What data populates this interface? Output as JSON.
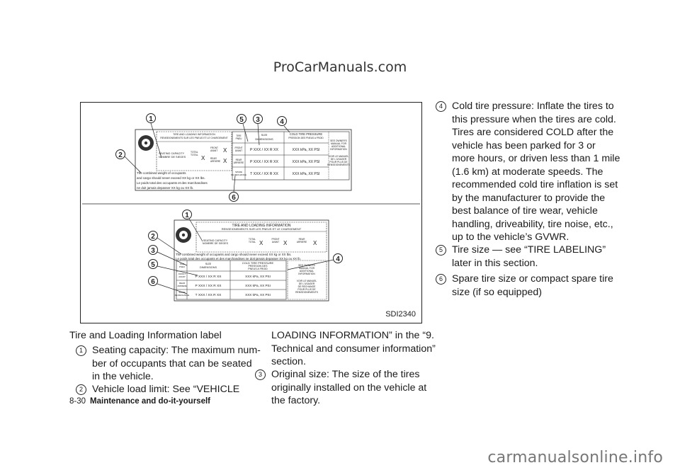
{
  "watermark_top": "ProCarManuals.com",
  "watermark_bottom": "carmanualsonline.info",
  "figure": {
    "code": "SDI2340",
    "label_a": {
      "title": "TIRE AND LOADING INFORMATION",
      "subtitle": "RENSEIGNEMENTS SUR LES PNEUS ET LE CHARGEMENT",
      "seating1": "SEATING CAPACITY",
      "seating2": "NOMBRE DE SIEGES",
      "total1": "TOTAL",
      "total2": "TOTAL",
      "front1": "FRONT",
      "front2": "AVANT",
      "rear1": "REAR",
      "rear2": "ARRIERE",
      "x": "X",
      "weight1": "The combined weight of occupants",
      "weight2": "and cargo should never exceed XX kg or XX lbs.",
      "weight3": "Le poids total des occupants et des marchandises",
      "weight4": "ne doit jamais depasser XX kg ou XX lb.",
      "tire1": "TIRE",
      "tire2": "PNEU",
      "size1": "SIZE",
      "size2": "DIMENSIONS",
      "cold1": "COLD TIRE PRESSURE",
      "cold2": "PRESSION DES PNEUS A FROID",
      "see1": "SEE OWNER'S",
      "see2": "MANUAL FOR",
      "see3": "ADDITIONAL",
      "see4": "INFORMATION",
      "voir1": "VOIR LE MANUEL",
      "voir2": "DE L'USAGER",
      "voir3": "POUR PLUS DE",
      "voir4": "RENSEIGNEMENTS",
      "row_front1": "FRONT",
      "row_front2": "AVANT",
      "row_rear1": "REAR",
      "row_rear2": "ARRIERE",
      "row_spare1": "SPARE",
      "row_spare2": "DE RECHANGE",
      "size_p": "P XXX / XX R XX",
      "size_t": "T XXX / XX R XX",
      "pressure": "XXX kPa, XX PSI"
    },
    "label_b": {
      "title": "TIRE AND LOADING INFORMATION",
      "subtitle": "RENSEIGNEMENTS SUR LES PNEUS ET LE CHARGEMENT",
      "seating1": "SEATING CAPACITY",
      "seating2": "NOMBRE DE SIEGES",
      "total1": "TOTAL",
      "total2": "TOTAL",
      "front1": "FRONT",
      "front2": "AVANT",
      "rear1": "REAR",
      "rear2": "ARRIERE",
      "x": "X",
      "weight1": "The combined weight of occupants and cargo should never exceed XX kg or XX lbs.",
      "weight2": "Le poids total des occupants et des marchandises ne doit jamais depasser XX kg ou XX lb.",
      "tire1": "TIRE",
      "tire2": "PNEU",
      "size1": "SIZE",
      "size2": "DIMENSIONS",
      "cold1": "COLD TIRE PRESSURE",
      "cold2": "PRESSION DES",
      "cold3": "PNEUS A FROID",
      "see1": "SEE OWNER'S",
      "see2": "MANUAL FOR",
      "see3": "ADDITIONAL",
      "see4": "INFORMATION",
      "voir1": "VOIR LE MANUEL",
      "voir2": "DE L'USAGER",
      "voir3": "DE RECHANGE",
      "voir4": "POUR PLUS DE",
      "voir5": "RENSEIGNEMENTS",
      "row_front1": "FRONT",
      "row_front2": "AVANT",
      "row_rear1": "REAR",
      "row_rear2": "ARRIERE",
      "row_spare1": "SPARE",
      "row_spare2": "DE RECHANGE",
      "size_p": "P XXX / XX R XX",
      "size_t": "T XXX / XX R XX",
      "pressure": "XXX kPa, XX PSI"
    },
    "callouts": [
      "1",
      "2",
      "3",
      "4",
      "5",
      "6"
    ]
  },
  "caption": "Tire and Loading Information label",
  "items": {
    "i1": {
      "num": "1",
      "lines": [
        "Seating capacity: The maximum num-",
        "ber of occupants that can be seated",
        "in the vehicle."
      ]
    },
    "i2": {
      "num": "2",
      "lines": [
        "Vehicle load limit: See “VEHICLE"
      ]
    },
    "i2cont": {
      "lines": [
        "LOADING INFORMATION” in the “9.",
        "Technical and consumer information”",
        "section."
      ]
    },
    "i3": {
      "num": "3",
      "lines": [
        "Original size: The size of the tires",
        "originally installed on the vehicle at",
        "the factory."
      ]
    },
    "i4": {
      "num": "4",
      "lines": [
        "Cold tire pressure: Inflate the tires to",
        "this pressure when the tires are cold.",
        "Tires are considered COLD after the",
        "vehicle has been parked for 3 or",
        "more hours, or driven less than 1 mile",
        "(1.6 km) at moderate speeds. The",
        "recommended cold tire inflation is set",
        "by the manufacturer to provide the",
        "best balance of tire wear, vehicle",
        "handling, driveability, tire noise, etc.,",
        "up to the vehicle’s GVWR."
      ]
    },
    "i5": {
      "num": "5",
      "lines": [
        "Tire size — see “TIRE LABELING”",
        "later in this section."
      ]
    },
    "i6": {
      "num": "6",
      "lines": [
        "Spare tire size or compact spare tire",
        "size (if so equipped)"
      ]
    }
  },
  "footer": {
    "page": "8-30",
    "section": "Maintenance and do-it-yourself"
  }
}
